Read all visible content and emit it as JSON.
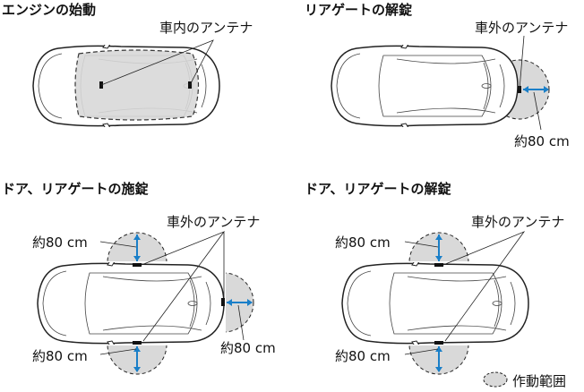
{
  "panels": [
    {
      "title": "エンジンの始動",
      "antenna_label": "車内のアンテナ"
    },
    {
      "title": "リアゲートの解錠",
      "antenna_label": "車外のアンテナ",
      "range_label": "約80 cm"
    },
    {
      "title": "ドア、リアゲートの施錠",
      "antenna_label": "車外のアンテナ",
      "range_labels": [
        "約80 cm",
        "約80 cm",
        "約80 cm"
      ]
    },
    {
      "title": "ドア、リアゲートの解錠",
      "antenna_label": "車外のアンテナ",
      "range_labels": [
        "約80 cm",
        "約80 cm"
      ]
    }
  ],
  "legend": {
    "label": "作動範囲"
  },
  "colors": {
    "zone": "#d9d9d9",
    "arrow": "#1a7fc8",
    "line": "#222222"
  }
}
